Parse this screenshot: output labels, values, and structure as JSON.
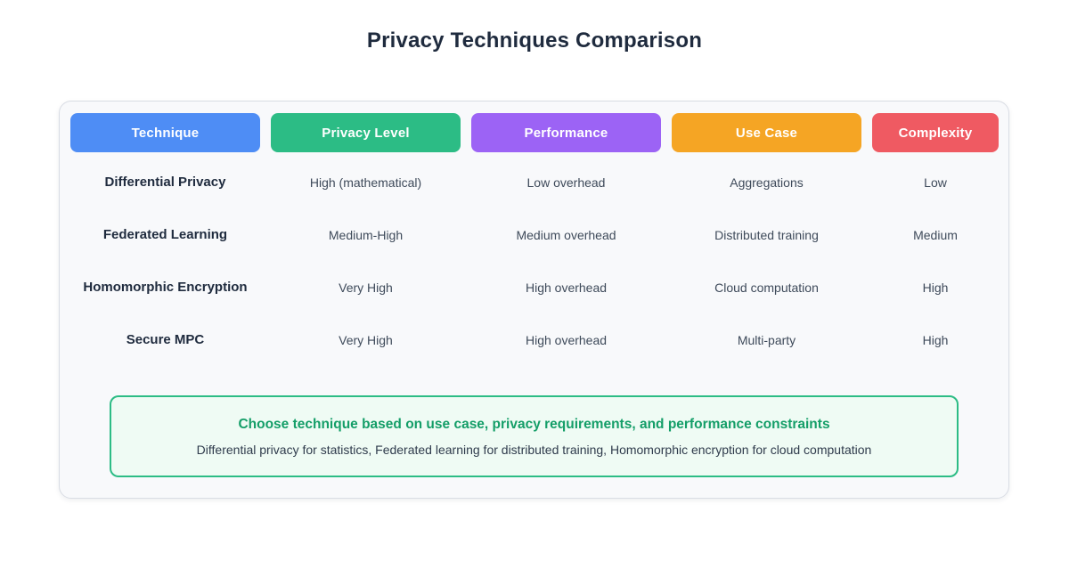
{
  "page": {
    "title": "Privacy Techniques Comparison",
    "background_color": "#ffffff",
    "card_background_color": "#f8f9fb"
  },
  "table": {
    "columns": [
      {
        "label": "Technique",
        "color": "#4e8df5"
      },
      {
        "label": "Privacy Level",
        "color": "#2cbc85"
      },
      {
        "label": "Performance",
        "color": "#9c63f5"
      },
      {
        "label": "Use Case",
        "color": "#f5a524"
      },
      {
        "label": "Complexity",
        "color": "#ef5a62"
      }
    ],
    "rows": [
      {
        "cells": [
          "Differential Privacy",
          "High (mathematical)",
          "Low overhead",
          "Aggregations",
          "Low"
        ]
      },
      {
        "cells": [
          "Federated Learning",
          "Medium-High",
          "Medium overhead",
          "Distributed training",
          "Medium"
        ]
      },
      {
        "cells": [
          "Homomorphic Encryption",
          "Very High",
          "High overhead",
          "Cloud computation",
          "High"
        ]
      },
      {
        "cells": [
          "Secure MPC",
          "Very High",
          "High overhead",
          "Multi-party",
          "High"
        ]
      }
    ]
  },
  "note": {
    "title": "Choose technique based on use case, privacy requirements, and performance constraints",
    "subtitle": "Differential privacy for statistics, Federated learning for distributed training, Homomorphic encryption for cloud computation",
    "border_color": "#2cbc85",
    "background_color": "#effbf4",
    "title_color": "#149e68"
  },
  "chart_data": {
    "type": "table",
    "title": "Privacy Techniques Comparison",
    "columns": [
      "Technique",
      "Privacy Level",
      "Performance",
      "Use Case",
      "Complexity"
    ],
    "rows": [
      [
        "Differential Privacy",
        "High (mathematical)",
        "Low overhead",
        "Aggregations",
        "Low"
      ],
      [
        "Federated Learning",
        "Medium-High",
        "Medium overhead",
        "Distributed training",
        "Medium"
      ],
      [
        "Homomorphic Encryption",
        "Very High",
        "High overhead",
        "Cloud computation",
        "High"
      ],
      [
        "Secure MPC",
        "Very High",
        "High overhead",
        "Multi-party",
        "High"
      ]
    ],
    "header_colors": [
      "#4e8df5",
      "#2cbc85",
      "#9c63f5",
      "#f5a524",
      "#ef5a62"
    ],
    "annotation_title": "Choose technique based on use case, privacy requirements, and performance constraints",
    "annotation_subtitle": "Differential privacy for statistics, Federated learning for distributed training, Homomorphic encryption for cloud computation",
    "legend_position": "none",
    "grid": false
  }
}
